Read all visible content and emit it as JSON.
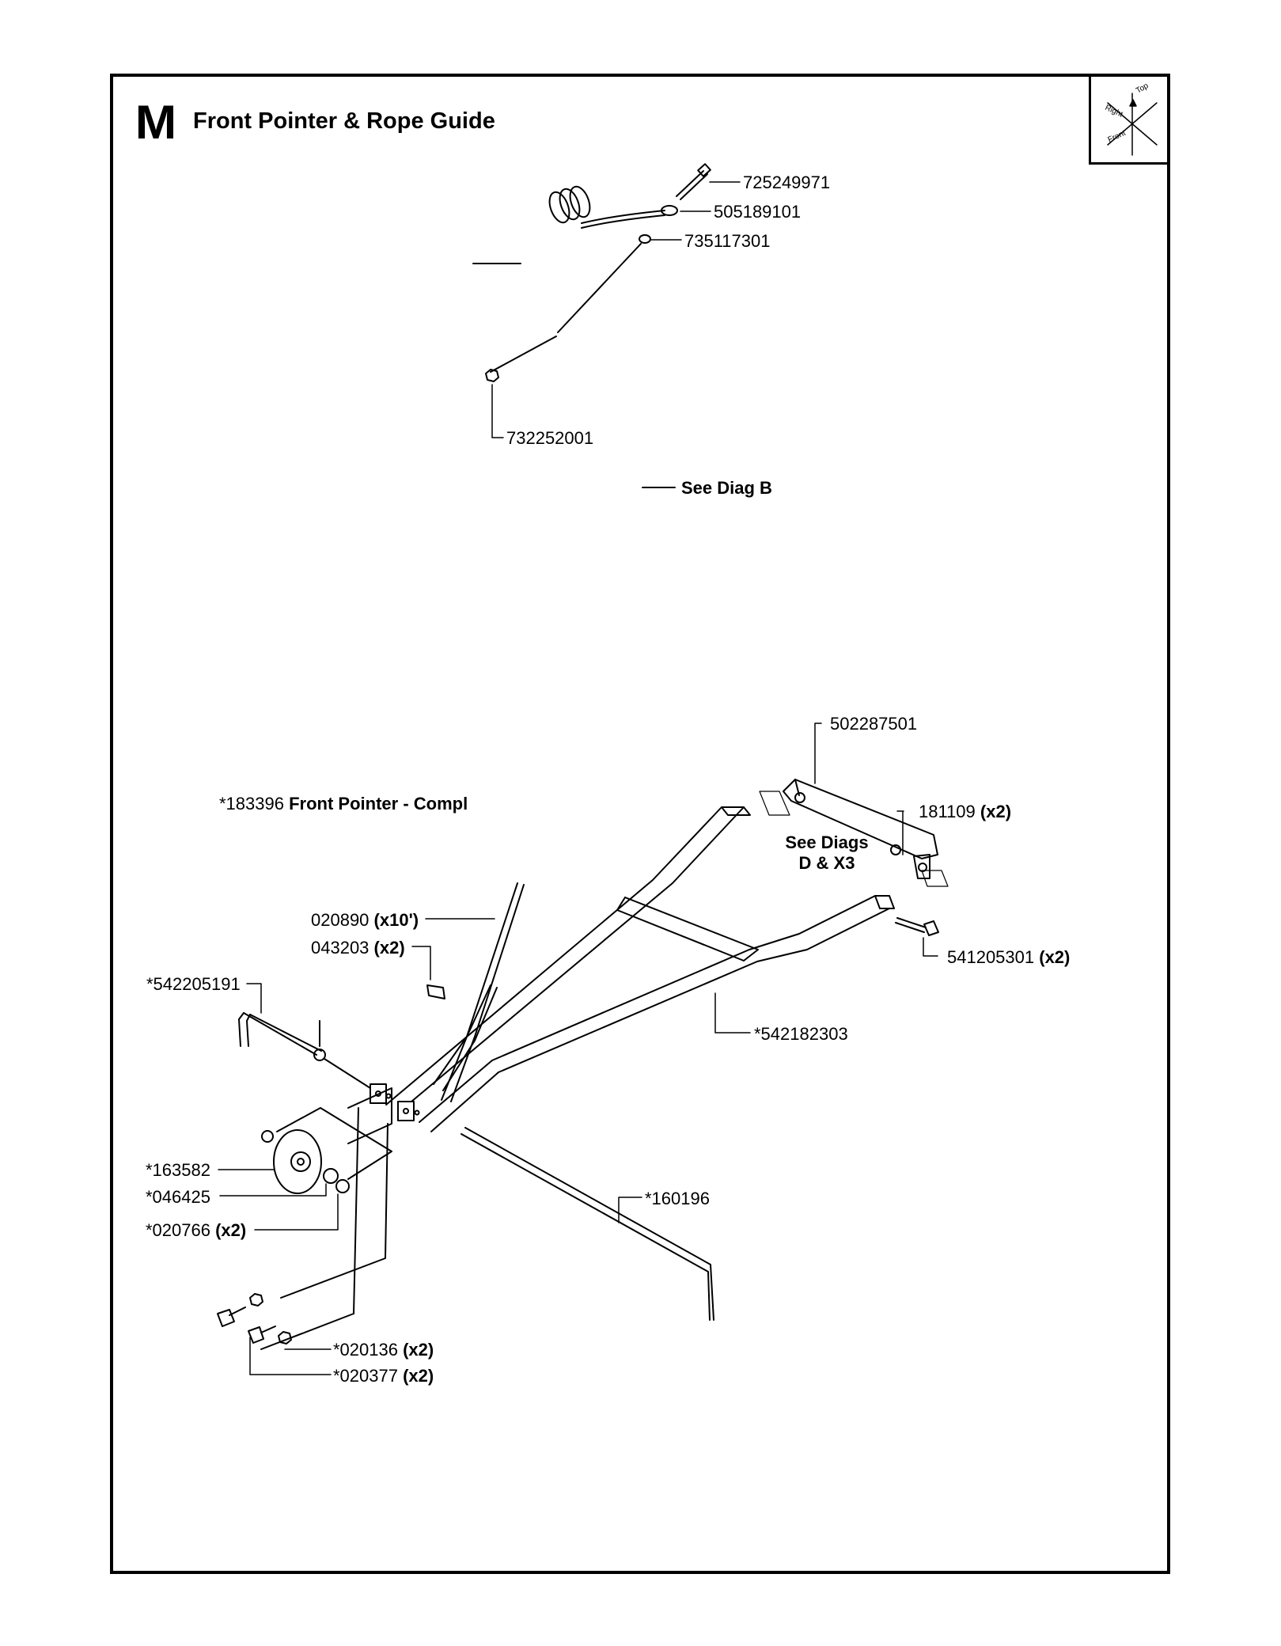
{
  "header": {
    "section_letter": "M",
    "title": "Front Pointer & Rope Guide"
  },
  "orientation_icon": {
    "top": "Top",
    "right": "Right",
    "front": "Front"
  },
  "rope_guide": {
    "parts": {
      "bolt": "725249971",
      "guide": "505189101",
      "washer": "735117301",
      "nut": "732252001"
    },
    "see_ref": "See Diag B"
  },
  "front_pointer": {
    "assembly": {
      "part": "*183396",
      "name": "Front Pointer - Compl"
    },
    "bracket": "502287501",
    "nut": {
      "part": "181109",
      "qty": "(x2)"
    },
    "see_ref": {
      "line1": "See Diags",
      "line2": "D & X3"
    },
    "bolt_rear": {
      "part": "541205301",
      "qty": "(x2)"
    },
    "rope": {
      "part": "020890",
      "qty": "(x10')"
    },
    "clip": {
      "part": "043203",
      "qty": "(x2)"
    },
    "stake_left": "*542205191",
    "frame": "*542182303",
    "wheel": "*163582",
    "washer_large": "*046425",
    "washer_small": {
      "part": "*020766",
      "qty": "(x2)"
    },
    "stake_right": "*160196",
    "nut_lock": {
      "part": "*020136",
      "qty": "(x2)"
    },
    "bolt_hex": {
      "part": "*020377",
      "qty": "(x2)"
    }
  }
}
